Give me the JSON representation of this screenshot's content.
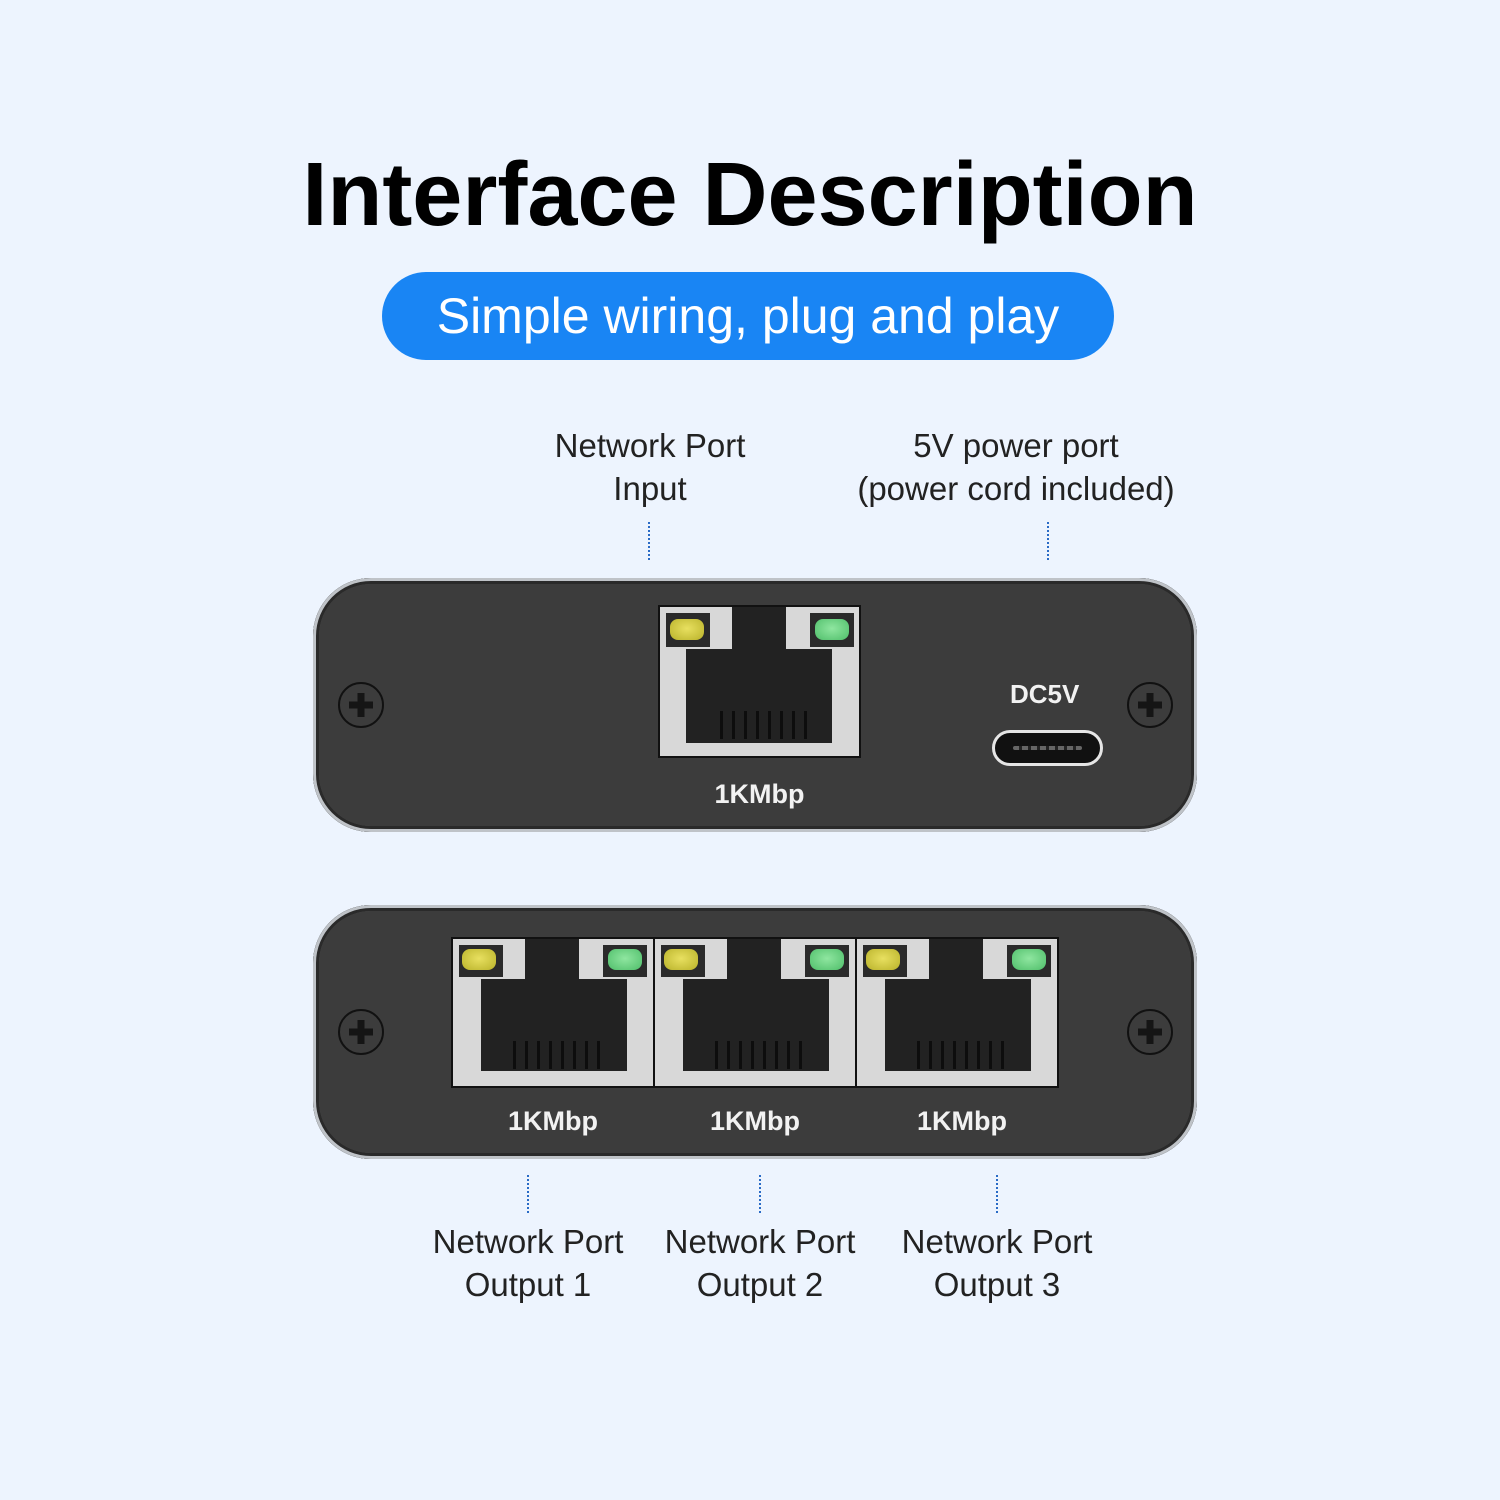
{
  "title": "Interface Description",
  "subtitle": "Simple wiring, plug and play",
  "colors": {
    "background": "#EDF4FE",
    "pill": "#1985F4",
    "device_body": "#3C3C3C",
    "led_yellow": "#D6CF45",
    "led_green": "#6FD585",
    "leader_line": "#2A6BC6"
  },
  "top_device": {
    "callouts": [
      {
        "line1": "Network Port",
        "line2": "Input"
      },
      {
        "line1": "5V power port",
        "line2": "(power cord included)"
      }
    ],
    "port_speed": "1KMbp",
    "power_label": "DC5V"
  },
  "bottom_device": {
    "ports": [
      {
        "speed": "1KMbp",
        "line1": "Network Port",
        "line2": "Output 1"
      },
      {
        "speed": "1KMbp",
        "line1": "Network Port",
        "line2": "Output 2"
      },
      {
        "speed": "1KMbp",
        "line1": "Network Port",
        "line2": "Output 3"
      }
    ]
  },
  "icons": {
    "screw": "phillips-screw-icon",
    "ethernet": "rj45-port-icon",
    "usb_c": "usb-c-port-icon"
  }
}
